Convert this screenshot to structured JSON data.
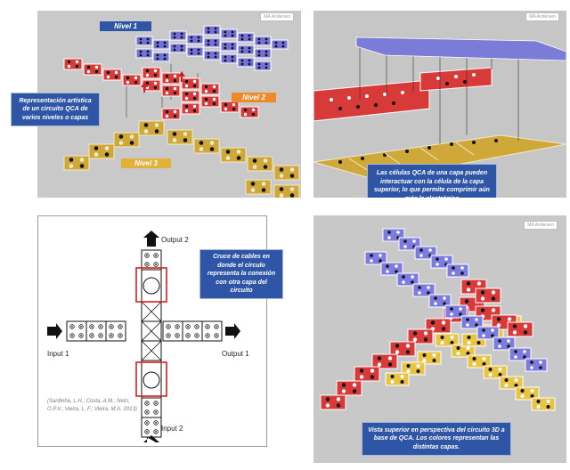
{
  "panel_top_left": {
    "watermark": "MA Andersen",
    "level1": "Nivel 1",
    "level2": "Nivel 2",
    "level3": "Nivel 3",
    "caption": "Representación artística de un circuito QCA de varios niveles o capas"
  },
  "panel_top_right": {
    "watermark": "MA Andersen",
    "caption": "Las células QCA de una capa pueden interactuar con la célula de la capa superior, lo que permite comprimir aún más la electrónica"
  },
  "panel_bottom_left": {
    "output2": "Output 2",
    "input1": "Input 1",
    "output1": "Output 1",
    "input2": "Input 2",
    "caption": "Cruce de cables en donde el círculo representa la conexión con otra capa del circuito",
    "reference": "(Sardinha, L.H.; Costa, A.M.; Neto, O.P.V.; Vieira, L. F.; Vieira, M.A. 2013)"
  },
  "panel_bottom_right": {
    "watermark": "MA Andersen",
    "caption": "Vista superior en perspectiva del circuito 3D a base de QCA. Los colores representan las distintas capas."
  },
  "colors": {
    "blue_layer": "#6f6fd8",
    "red_layer": "#d83a3a",
    "yellow_layer": "#d8b43a",
    "caption_box": "#2f56a6",
    "level2_tag": "#ef8a2a"
  }
}
